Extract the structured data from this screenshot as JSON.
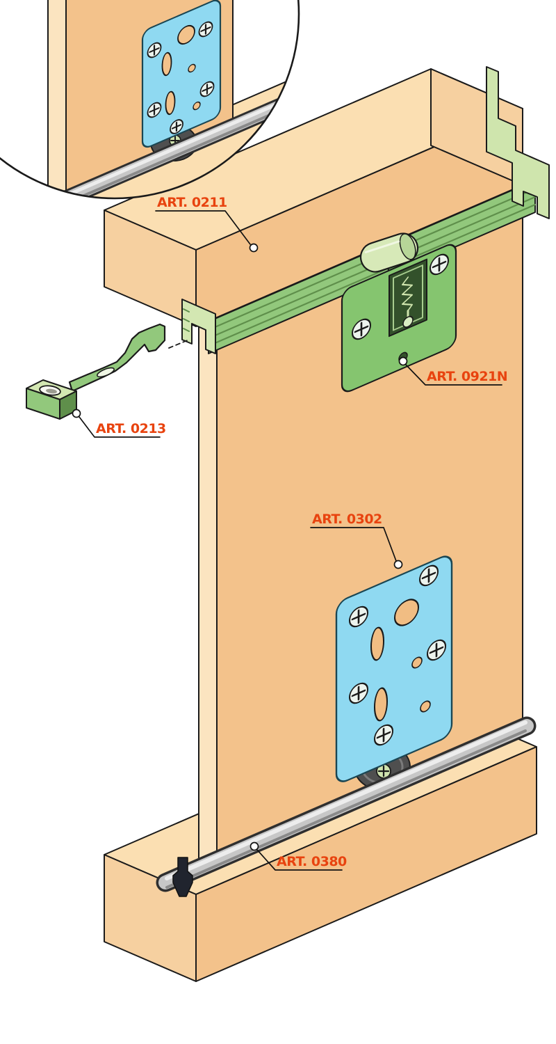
{
  "diagram": {
    "labels": [
      {
        "id": "art-0211",
        "text": "ART. 0211"
      },
      {
        "id": "art-0921n",
        "text": "ART. 0921N"
      },
      {
        "id": "art-0213",
        "text": "ART. 0213"
      },
      {
        "id": "art-0302",
        "text": "ART. 0302"
      },
      {
        "id": "art-0380",
        "text": "ART. 0380"
      }
    ],
    "colors": {
      "label_red": "#E8430F",
      "outline": "#1A1A1A",
      "wood_face": "#F3C28B",
      "wood_top": "#FBDFB2",
      "wood_end": "#F6D0A0",
      "door_edge": "#FBE4C0",
      "green_light": "#D3E7B2",
      "green_mid": "#92C87C",
      "green_dark": "#5F8F4B",
      "green_shadow": "#33512B",
      "blue_plate": "#8FD9F1",
      "rail_gray": "#C7C7C7",
      "rail_dark": "#2F2F2F",
      "rail_highlight": "#EDEDED",
      "wheel_gray": "#4F4F4F",
      "clip_black": "#20242E"
    }
  }
}
